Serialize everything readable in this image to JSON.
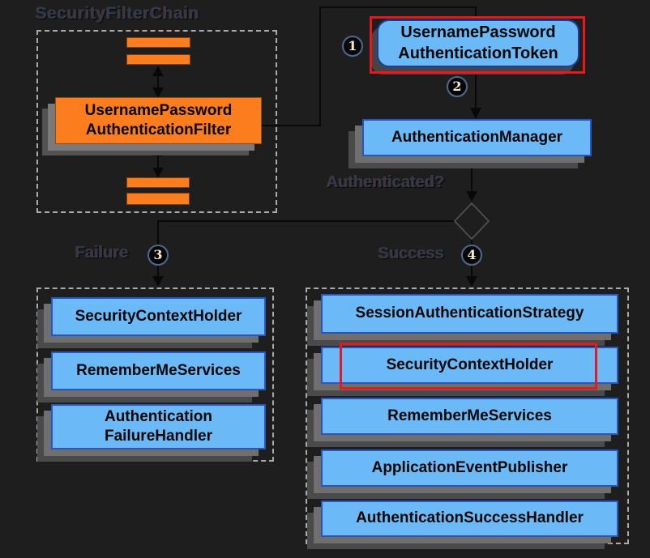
{
  "security_filter_chain": {
    "title": "SecurityFilterChain",
    "filter_box": "UsernamePassword\nAuthenticationFilter"
  },
  "token_box": "UsernamePassword\nAuthenticationToken",
  "authentication_manager": "AuthenticationManager",
  "authenticated_label": "Authenticated?",
  "steps": {
    "one": "1",
    "two": "2",
    "three": "3",
    "four": "4"
  },
  "failure_branch": {
    "label": "Failure",
    "boxes": [
      {
        "label": "SecurityContextHolder"
      },
      {
        "label": "RememberMeServices"
      },
      {
        "label": "Authentication\nFailureHandler"
      }
    ]
  },
  "success_branch": {
    "label": "Success",
    "boxes": [
      {
        "label": "SessionAuthenticationStrategy"
      },
      {
        "label": "SecurityContextHolder",
        "highlighted": true
      },
      {
        "label": "RememberMeServices"
      },
      {
        "label": "ApplicationEventPublisher"
      },
      {
        "label": "AuthenticationSuccessHandler"
      }
    ]
  },
  "colors": {
    "background": "#1e1e1e",
    "node_blue": "#6cb9f7",
    "node_blue_border": "#2a55c0",
    "node_orange": "#fb7d1e",
    "highlight_red": "#e6191d",
    "shadow_gray_1": "#6f6f6f",
    "shadow_gray_2": "#4a4a4a",
    "dashed_border": "#ababab",
    "connector_black": "#080808",
    "ghost_label": "#2e3a50",
    "badge_bg": "#070707",
    "badge_ring": "#4f6a8e",
    "badge_digit": "#f2e8d3"
  }
}
